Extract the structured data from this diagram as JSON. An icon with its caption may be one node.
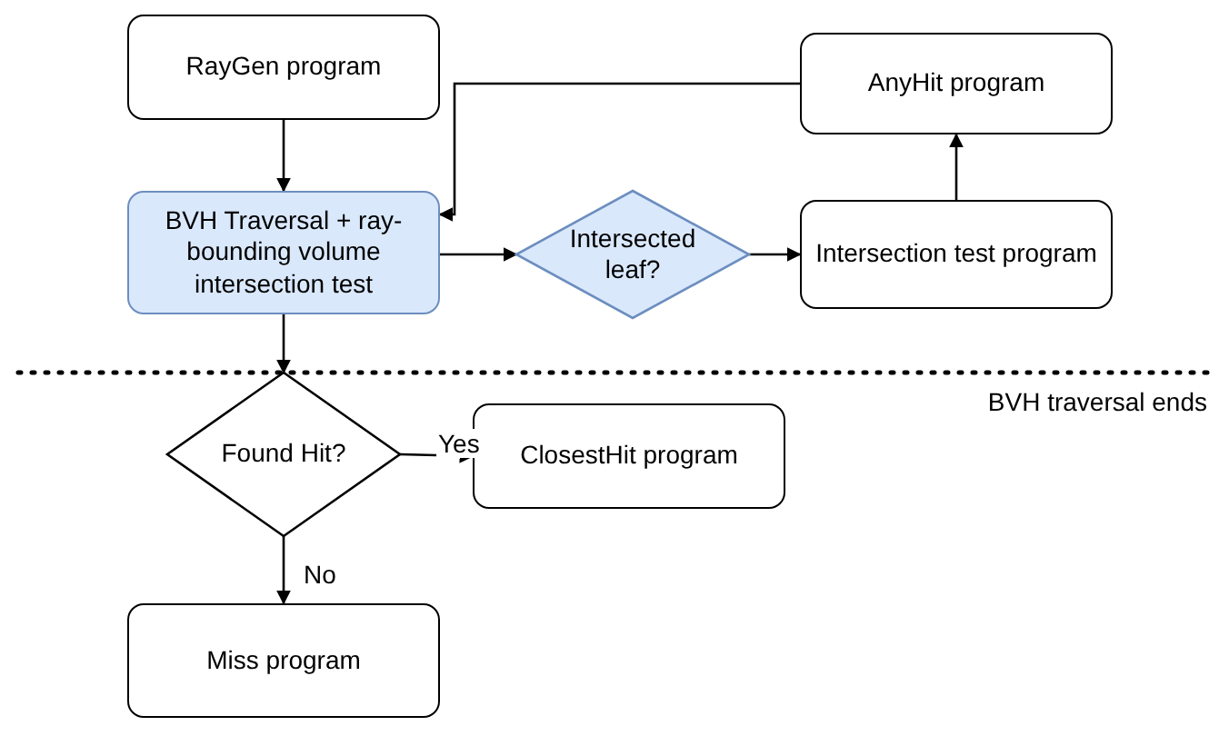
{
  "diagram": {
    "nodes": [
      {
        "text": [
          "RayGen program"
        ]
      },
      {
        "text": [
          "BVH Traversal + ray-bounding volume intersection test"
        ]
      },
      {
        "text": [
          "Intersected leaf?"
        ]
      },
      {
        "text": [
          "Intersection test program"
        ]
      },
      {
        "text": [
          "AnyHit program"
        ]
      },
      {
        "text": [
          "Found Hit?"
        ]
      },
      {
        "text": [
          "ClosestHit program"
        ]
      },
      {
        "text": [
          "Miss program"
        ]
      }
    ],
    "edges": [
      {
        "from": 0,
        "to": 1,
        "arrow": "to"
      },
      {
        "from": 1,
        "to": 2,
        "arrow": "to"
      },
      {
        "from": 2,
        "to": 3,
        "arrow": "to"
      },
      {
        "from": 3,
        "to": 4,
        "arrow": "to"
      },
      {
        "from": 4,
        "to": 1,
        "arrow": "to"
      },
      {
        "from": 1,
        "to": 5,
        "arrow": "to"
      },
      {
        "from": 5,
        "to": 6,
        "label": "Yes",
        "arrow": "to"
      },
      {
        "from": 5,
        "to": 7,
        "label": "No",
        "arrow": "to"
      }
    ],
    "labels": [
      "BVH traversal ends"
    ]
  }
}
